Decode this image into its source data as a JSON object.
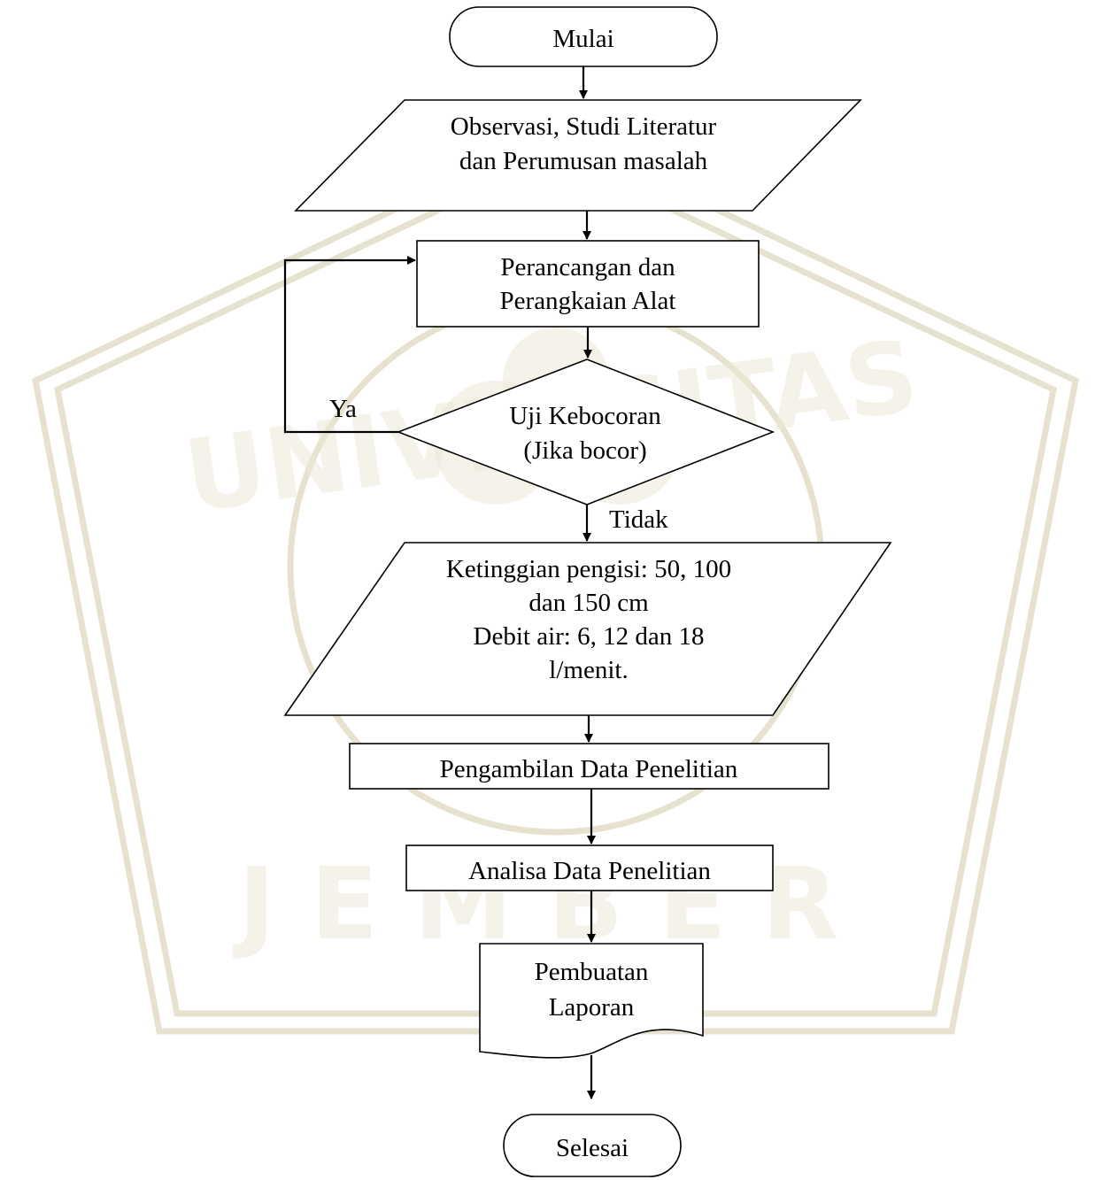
{
  "watermark": {
    "top_text": "UNIVERSITAS",
    "bottom_text": "JEMBER"
  },
  "flowchart": {
    "start": "Mulai",
    "input_1": [
      "Observasi, Studi Literatur",
      "dan Perumusan masalah"
    ],
    "process_design": [
      "Perancangan dan",
      "Perangkaian Alat"
    ],
    "decision": [
      "Uji Kebocoran",
      "(Jika bocor)"
    ],
    "decision_yes": "Ya",
    "decision_no": "Tidak",
    "input_2": [
      "Ketinggian pengisi: 50, 100",
      "dan 150 cm",
      "Debit air:  6, 12 dan 18",
      "l/menit."
    ],
    "process_data": "Pengambilan Data Penelitian",
    "process_analysis": "Analisa Data Penelitian",
    "document_report": [
      "Pembuatan",
      "Laporan"
    ],
    "end": "Selesai"
  }
}
